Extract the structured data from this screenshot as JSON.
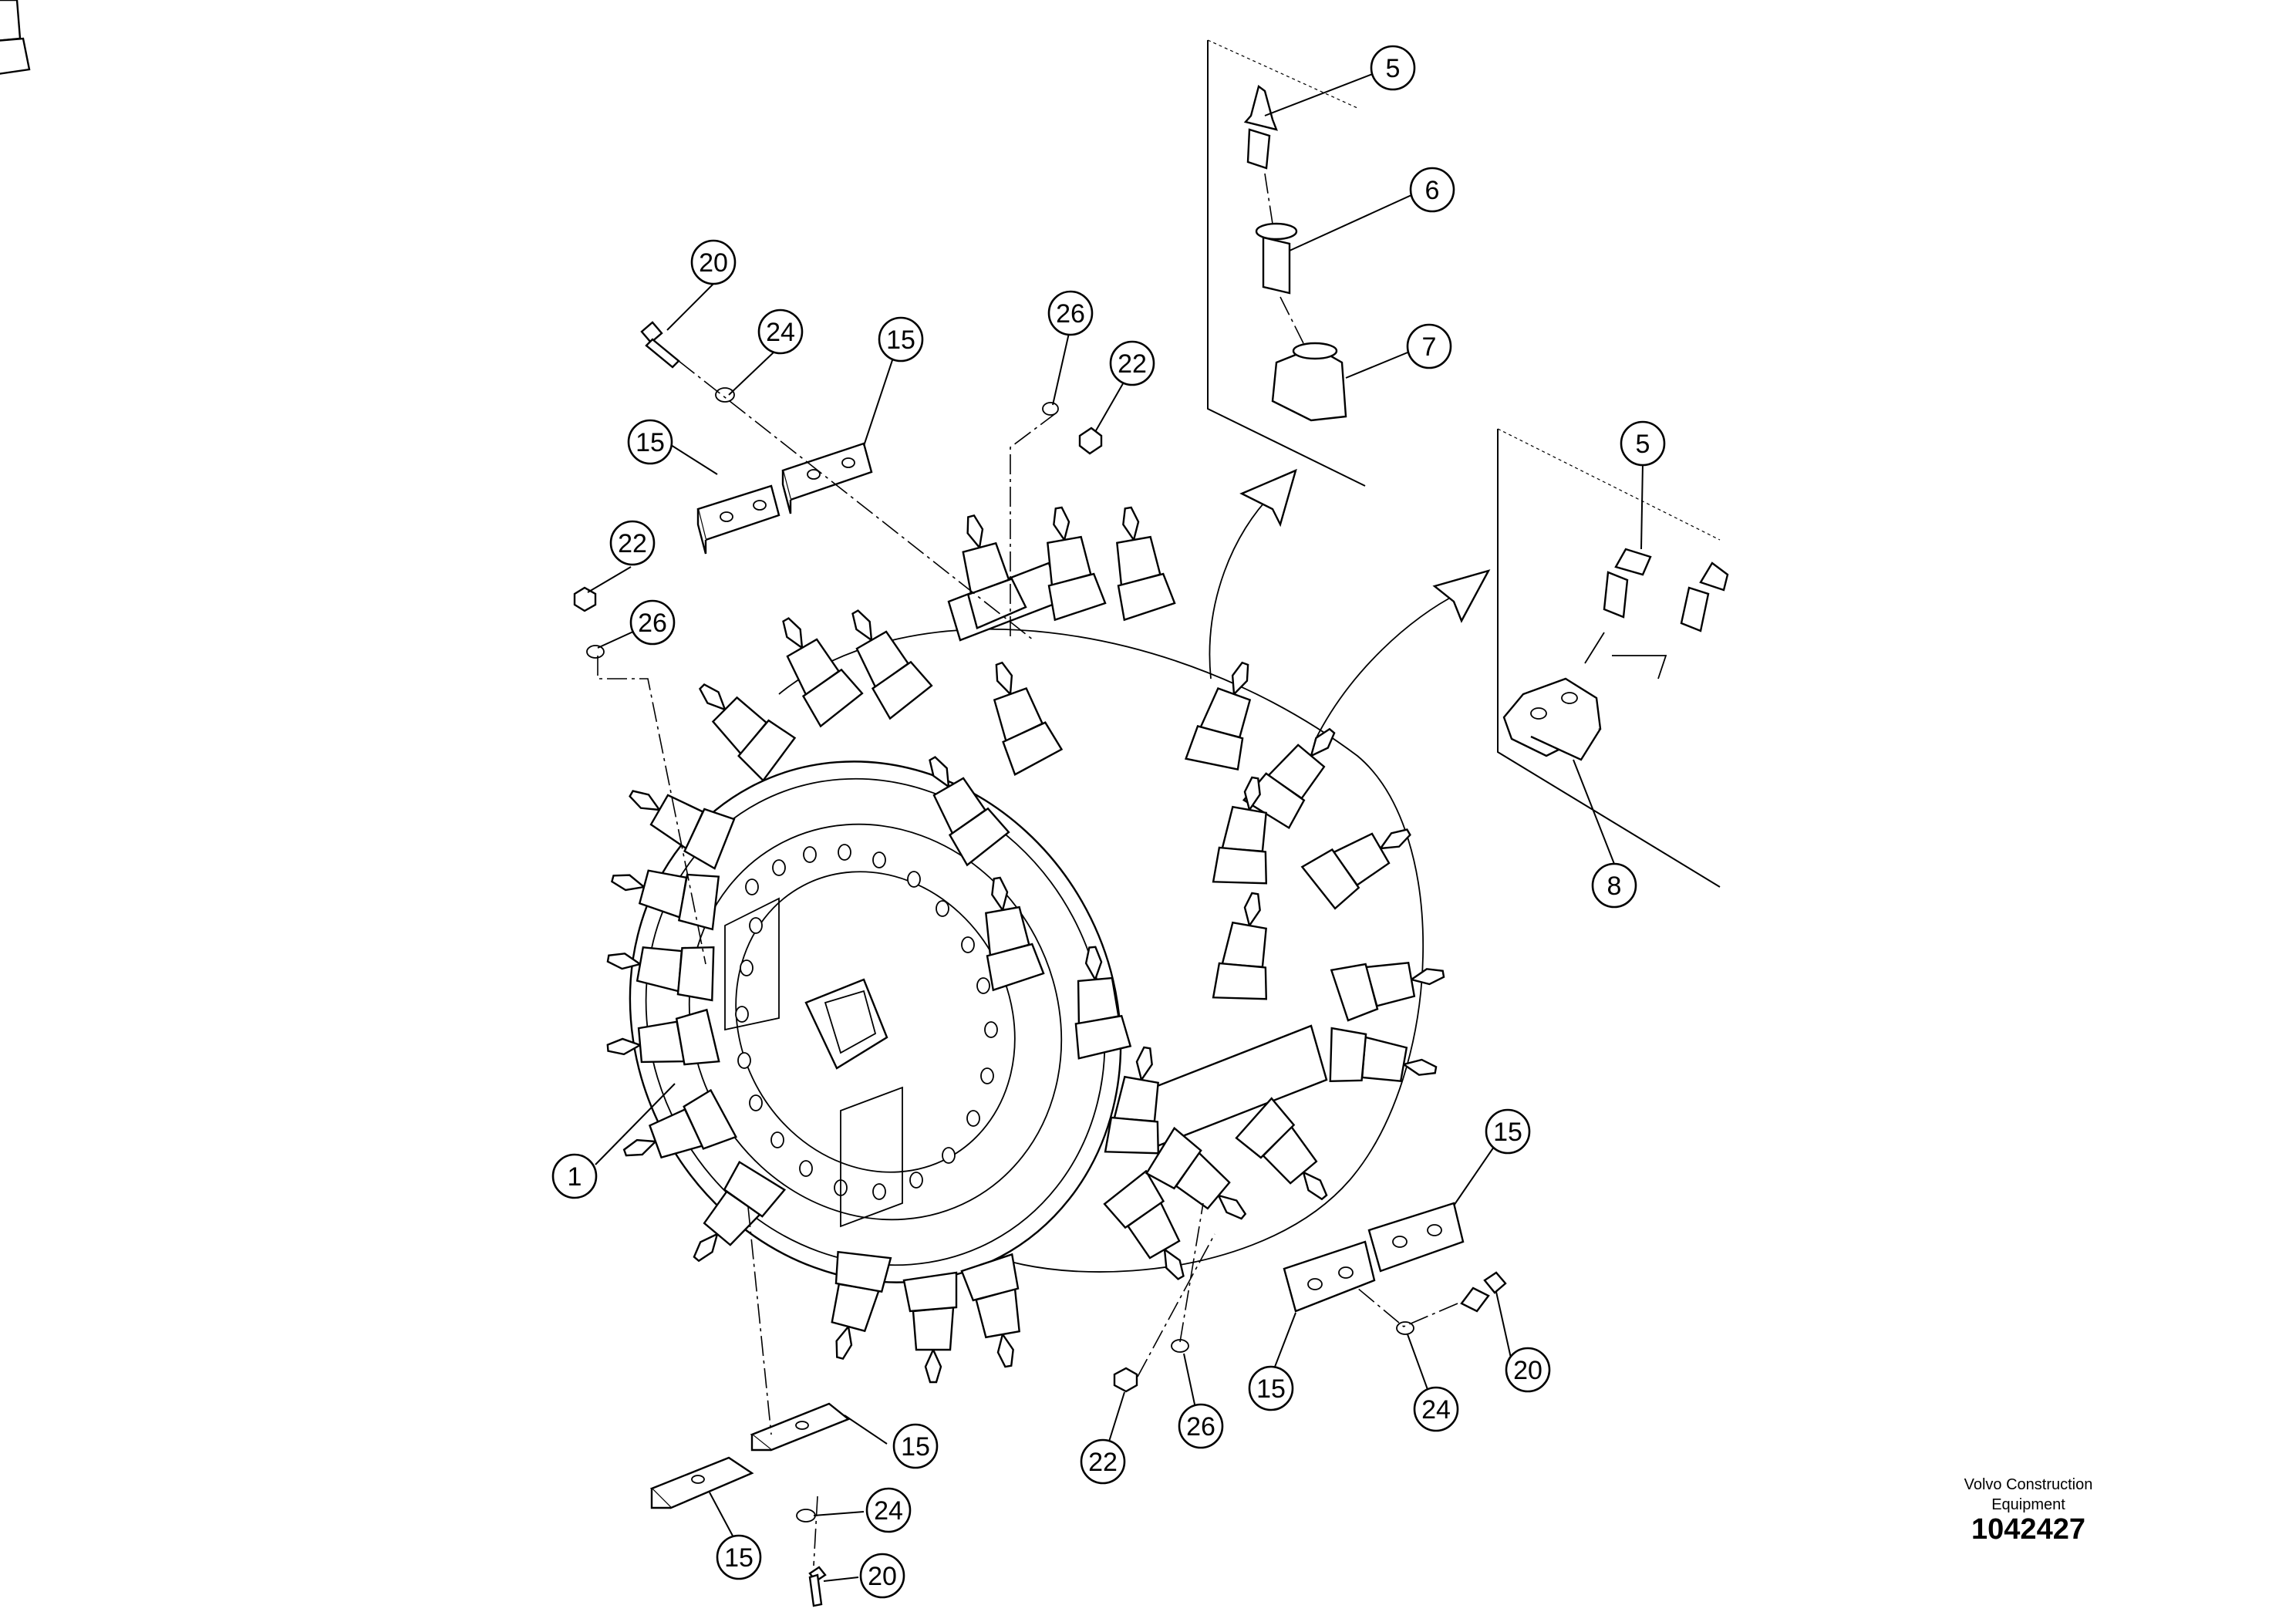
{
  "balloons": {
    "b5_top": "5",
    "b6": "6",
    "b7": "7",
    "b5_right": "5",
    "b8": "8",
    "b20_top": "20",
    "b24_top": "24",
    "b15_top_right": "15",
    "b15_top_left": "15",
    "b26_top": "26",
    "b22_top": "22",
    "b22_left": "22",
    "b26_left": "26",
    "b1": "1",
    "b15_right_top": "15",
    "b15_right_bottom": "15",
    "b20_right": "20",
    "b24_right": "24",
    "b26_bottom": "26",
    "b22_bottom": "22",
    "b15_bottom_right": "15",
    "b24_bottom": "24",
    "b15_bottom_left": "15",
    "b20_bottom": "20"
  },
  "brand": {
    "line1": "Volvo Construction",
    "line2": "Equipment",
    "doc_number": "1042427"
  }
}
